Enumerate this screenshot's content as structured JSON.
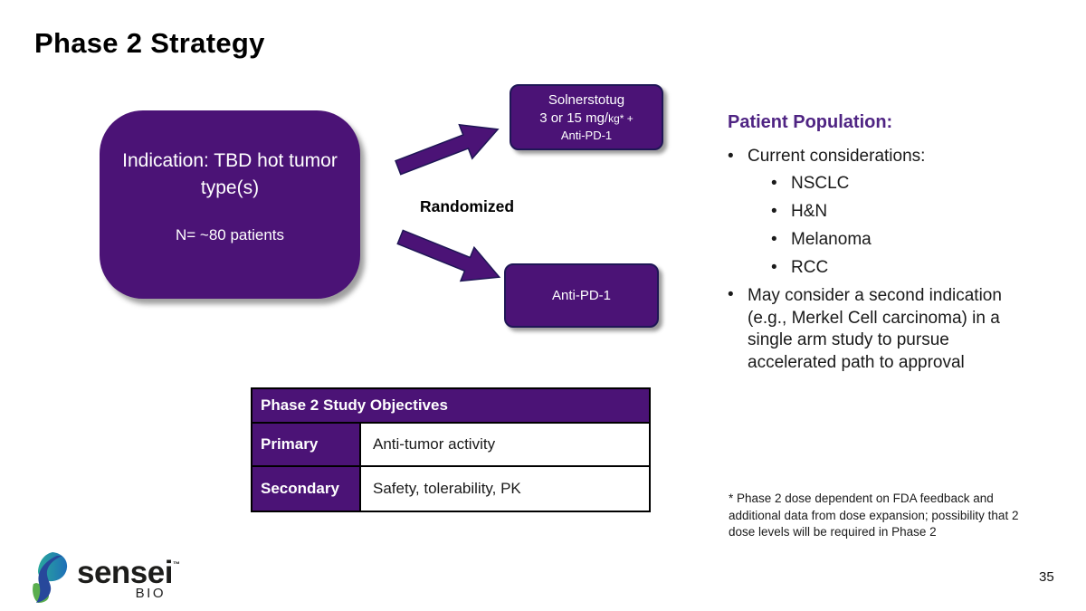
{
  "slide": {
    "title": "Phase 2 Strategy",
    "page_number": "35"
  },
  "diagram": {
    "indication_box": {
      "line1": "Indication: TBD hot tumor type(s)",
      "line2": "N= ~80 patients"
    },
    "randomized_label": "Randomized",
    "arm1_box": {
      "line1": "Solnerstotug",
      "dose_prefix": "3 or 15 mg/",
      "dose_kg": "kg",
      "dose_suffix": "* +",
      "line3": "Anti-PD-1"
    },
    "arm2_box": {
      "label": "Anti-PD-1"
    }
  },
  "patient_population": {
    "heading": "Patient Population:",
    "bullet_marker": "•",
    "bullet1": "Current considerations:",
    "sub_bullets": [
      "NSCLC",
      "H&N",
      "Melanoma",
      "RCC"
    ],
    "bullet2": "May consider a second indication\n(e.g., Merkel Cell carcinoma) in a\nsingle arm study to pursue\naccelerated path to approval"
  },
  "objectives_table": {
    "header": "Phase 2 Study Objectives",
    "rows": [
      {
        "label": "Primary",
        "value": "Anti-tumor activity"
      },
      {
        "label": "Secondary",
        "value": "Safety, tolerability, PK"
      }
    ]
  },
  "footnote": "* Phase 2 dose dependent on FDA feedback and\nadditional data from dose expansion; possibility that 2\ndose levels will be required in Phase 2",
  "logo": {
    "wordmark": "sensei",
    "tm": "™",
    "sub": "BIO"
  },
  "colors": {
    "purple": "#4B1376",
    "heading_purple": "#4F2483",
    "border_navy": "#1F1656",
    "logo_teal": "#1E95A4",
    "logo_blue": "#27489B",
    "logo_green": "#5AAE4E"
  }
}
